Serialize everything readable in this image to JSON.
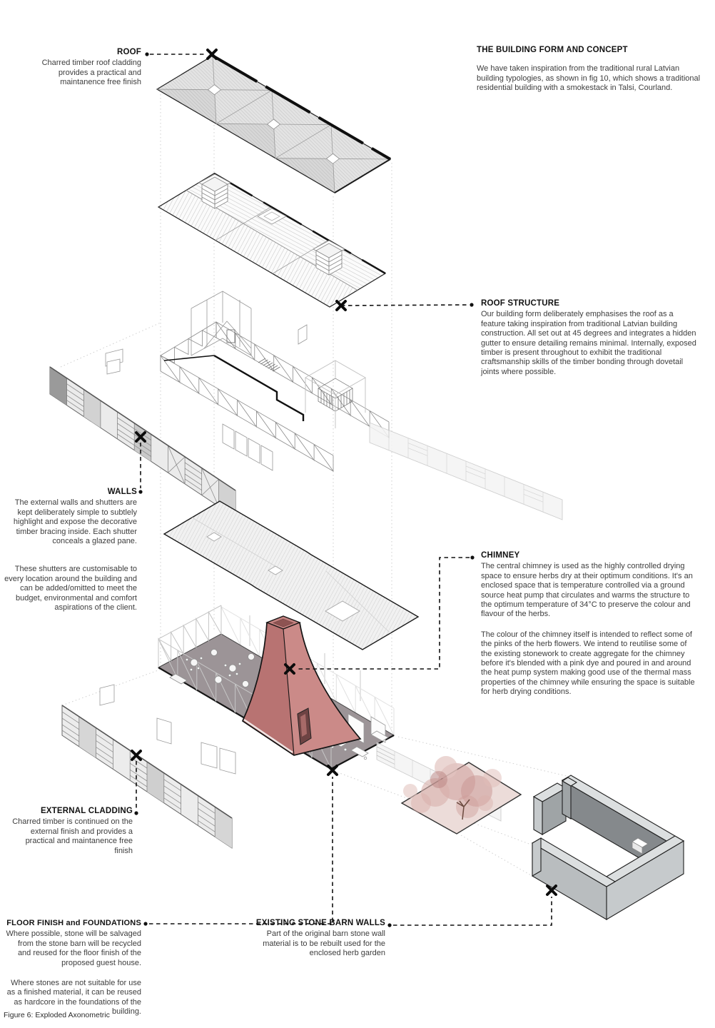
{
  "figure": {
    "caption": "Figure 6: Exploded Axonometric"
  },
  "annotations": {
    "roof": {
      "title": "ROOF",
      "body": "Charred timber roof cladding provides a practical and maintanence free finish"
    },
    "building_form": {
      "title": "THE BUILDING FORM AND CONCEPT",
      "body": "We have taken inspiration from the traditional rural Latvian building typologies, as shown in fig 10, which shows a traditional residential building with a smokestack in Talsi, Courland."
    },
    "roof_structure": {
      "title": "ROOF STRUCTURE",
      "body": "Our building form deliberately emphasises the roof as a feature taking inspiration from traditional Latvian building construction. All set out at 45 degrees and integrates a hidden gutter to ensure detailing remains minimal. Internally, exposed timber is present throughout to exhibit the traditional craftsmanship skills of the timber bonding through dovetail joints where possible."
    },
    "walls": {
      "title": "WALLS",
      "body1": "The external walls and shutters are kept deliberately simple to subtlely highlight and expose the decorative timber bracing inside. Each shutter conceals a glazed pane.",
      "body2": "These shutters are customisable to every location around the building and can be added/omitted to meet the budget, environmental and comfort aspirations of the client."
    },
    "chimney": {
      "title": "CHIMNEY",
      "body1": "The central chimney is used as the highly controlled drying space to ensure herbs dry at their optimum conditions. It's an enclosed space that is temperature controlled via a ground source heat pump that circulates and warms the structure to the optimum temperature of 34°C to preserve the colour and flavour of the herbs.",
      "body2": "The colour of the chimney itself is intended to reflect some of the pinks of the herb flowers. We intend to reutilise some of the existing stonework to create aggregate for the chimney before it's blended with a pink dye and poured in and around the heat pump system making good use of the thermal mass properties of the chimney while ensuring the space is suitable for herb drying conditions."
    },
    "external_cladding": {
      "title": "EXTERNAL CLADDING",
      "body": "Charred timber is continued on the external finish and provides a practical and maintanence free finish"
    },
    "floor_finish": {
      "title": "FLOOR FINISH and FOUNDATIONS",
      "body1": "Where possible, stone will be salvaged from the stone barn will be recycled and reused for the floor finish of the proposed guest house.",
      "body2": "Where stones are not suitable for use as a finished material, it can be reused as hardcore in the foundations of the building."
    },
    "stone_barn": {
      "title": "EXISTING STONE BARN WALLS",
      "body": "Part of the original barn stone wall material is  to be rebuilt used for the enclosed herb garden"
    }
  },
  "colors": {
    "chimney_light": "#cb8a88",
    "chimney_dark": "#b87372",
    "chimney_top": "#8d5352",
    "floor": "#9c9497",
    "roof_hatch": "#e2e2e2",
    "stone_top": "#dcdfe0",
    "stone_mid": "#c6cacc",
    "stone_dark": "#85898c",
    "tree_pink": "#d8a8a4",
    "leader": "#111111"
  }
}
